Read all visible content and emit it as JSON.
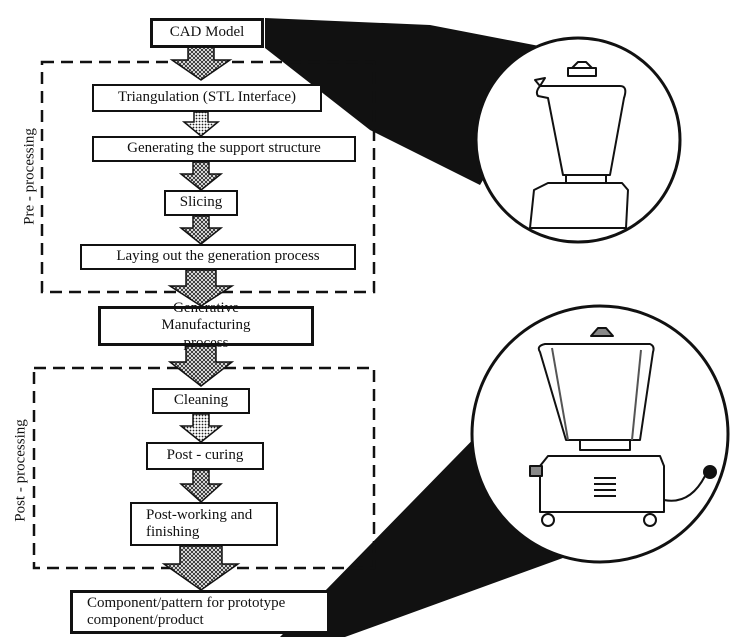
{
  "steps": {
    "cad_model": "CAD Model",
    "triangulation": "Triangulation (STL Interface)",
    "support_structure": "Generating the support structure",
    "slicing": "Slicing",
    "layout": "Laying out the generation process",
    "generative": "Generative Manufacturing process",
    "cleaning": "Cleaning",
    "post_curing": "Post - curing",
    "post_working": "Post-working and finishing",
    "component": "Component/pattern for prototype component/product"
  },
  "groups": {
    "pre": "Pre - processing",
    "post": "Post - processing"
  }
}
